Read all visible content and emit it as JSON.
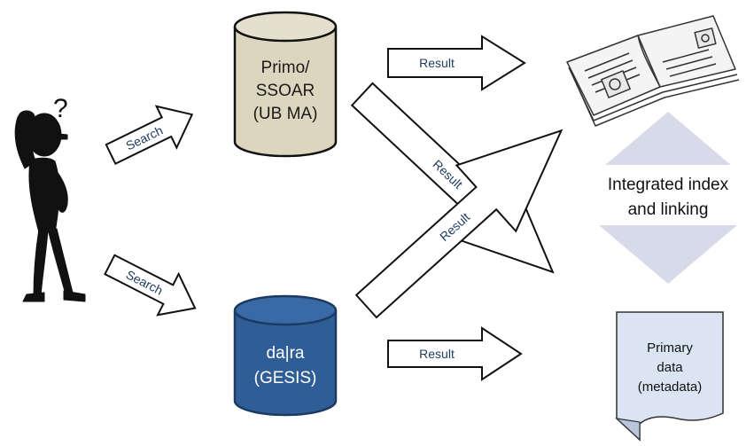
{
  "person": {
    "question_mark": "?"
  },
  "searches": [
    {
      "label": "Search"
    },
    {
      "label": "Search"
    }
  ],
  "databases": [
    {
      "lines": [
        "Primo/",
        "SSOAR",
        "(UB MA)"
      ],
      "color": "#dcd6bf"
    },
    {
      "lines": [
        "da|ra",
        "(GESIS)"
      ],
      "color": "#2f5d96"
    }
  ],
  "results": [
    {
      "label": "Result"
    },
    {
      "label": "Result"
    },
    {
      "label": "Result"
    },
    {
      "label": "Result"
    }
  ],
  "index": {
    "lines": [
      "Integrated index",
      "and linking"
    ],
    "arrow_color": "#d7dbe9"
  },
  "document": {
    "lines": [
      "Primary",
      "data",
      "(metadata)"
    ],
    "color": "#dbe4f3"
  }
}
